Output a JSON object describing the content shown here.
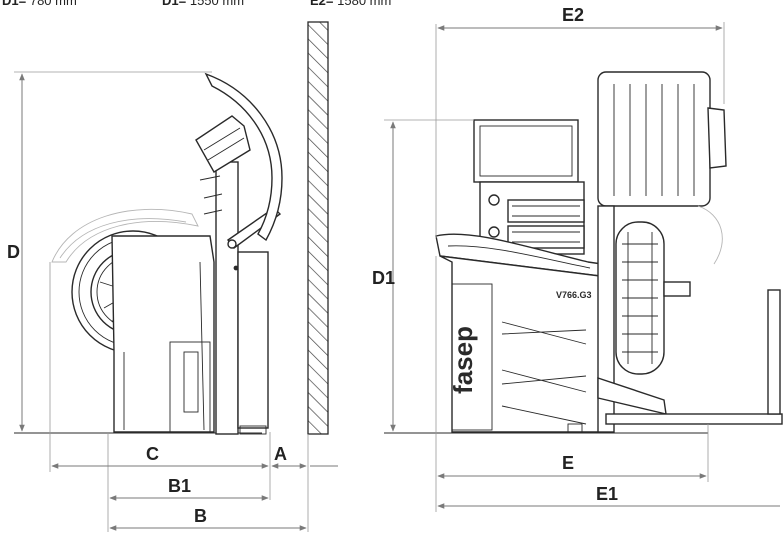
{
  "top_specs": [
    {
      "label": "D1=",
      "value": "780 mm"
    },
    {
      "label": "D1=",
      "value": "1550 mm"
    },
    {
      "label": "E2=",
      "value": "1580 mm"
    }
  ],
  "side_view": {
    "labels": {
      "A": "A",
      "B": "B",
      "B1": "B1",
      "C": "C",
      "D": "D"
    }
  },
  "front_view": {
    "labels": {
      "D1": "D1",
      "E": "E",
      "E1": "E1",
      "E2": "E2"
    },
    "model_badge": "V766.G3",
    "brand": "fasep"
  },
  "icons": {
    "arrowheads": "dimension-arrow-icon",
    "wall": "wall-hatch-icon"
  },
  "colors": {
    "ink": "#222222",
    "dimension_line": "#7a7a7a",
    "ghost": "#b5b5b5"
  }
}
